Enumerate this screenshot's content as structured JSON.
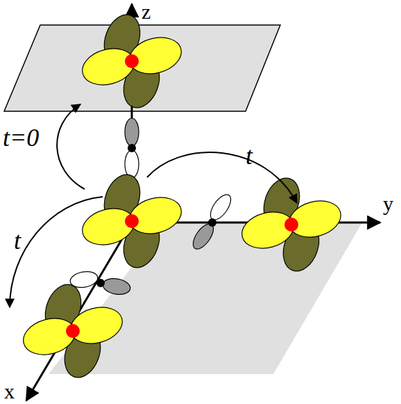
{
  "diagram": {
    "labels": [
      "z",
      "y",
      "x",
      "t=0",
      "t",
      "t"
    ]
  }
}
